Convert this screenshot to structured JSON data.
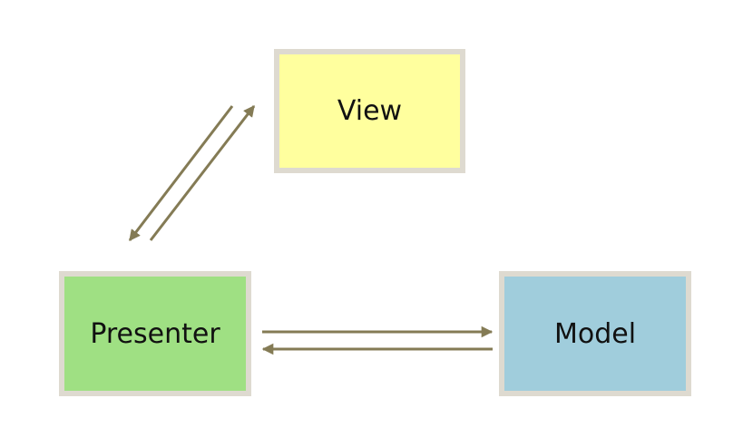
{
  "nodes": {
    "view": {
      "label": "View",
      "fill": "#ffff9e"
    },
    "presenter": {
      "label": "Presenter",
      "fill": "#9fe083"
    },
    "model": {
      "label": "Model",
      "fill": "#a0cddc"
    }
  },
  "connectors": {
    "color": "#847b55",
    "edges": [
      {
        "from": "view",
        "to": "presenter"
      },
      {
        "from": "presenter",
        "to": "view"
      },
      {
        "from": "presenter",
        "to": "model"
      },
      {
        "from": "model",
        "to": "presenter"
      }
    ]
  }
}
